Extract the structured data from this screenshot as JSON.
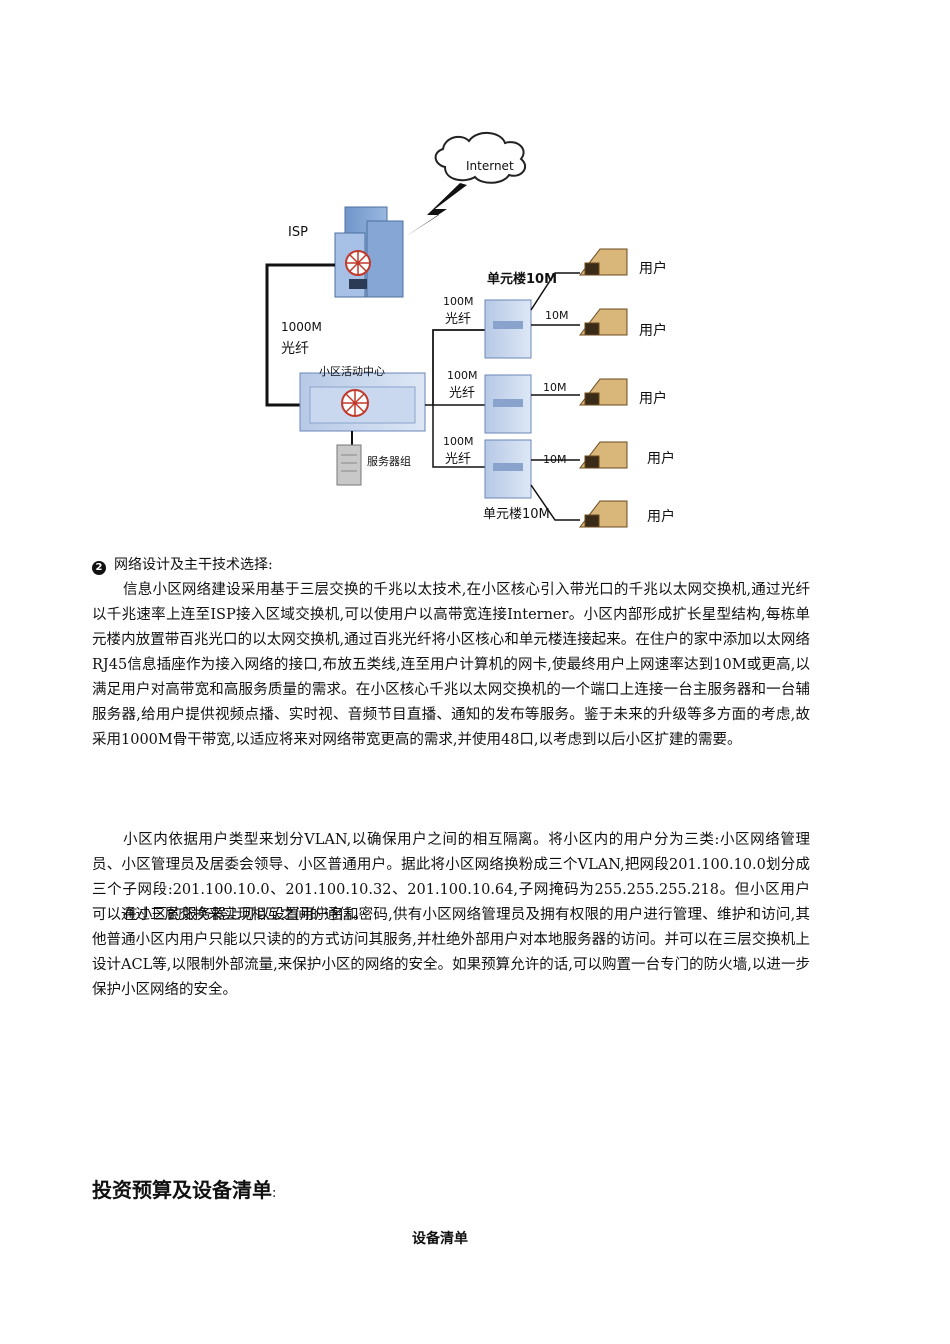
{
  "diagram": {
    "internet": "Internet",
    "isp": "ISP",
    "backbone_speed": "1000M",
    "backbone_medium": "光纤",
    "community_center": "小区活动中心",
    "server_group": "服务器组",
    "branch_speed": "100M",
    "branch_medium": "光纤",
    "building_top": "单元楼10M",
    "building_bottom": "单元楼10M",
    "user_link": "10M",
    "user": "用户"
  },
  "section": {
    "bullet": "2",
    "heading": "网络设计及主干技术选择:"
  },
  "paragraphs": [
    "信息小区网络建设采用基于三层交换的千兆以太技术,在小区核心引入带光口的千兆以太网交换机,通过光纤以千兆速率上连至ISP接入区域交换机,可以使用户以高带宽连接Interner。小区内部形成扩长星型结构,每栋单元楼内放置带百兆光口的以太网交换机,通过百兆光纤将小区核心和单元楼连接起来。在住户的家中添加以太网络RJ45信息插座作为接入网络的接口,布放五类线,连至用户计算机的网卡,使最终用户上网速率达到10M或更高,以满足用户对高带宽和高服务质量的需求。在小区核心千兆以太网交换机的一个端口上连接一台主服务器和一台辅服务器,给用户提供视频点播、实时视、音频节目直播、通知的发布等服务。鉴于未来的升级等多方面的考虑,故采用1000M骨干带宽,以适应将来对网络带宽更高的需求,并使用48口,以考虑到以后小区扩建的需要。",
    "小区内依据用户类型来划分VLAN,以确保用户之间的相互隔离。将小区内的用户分为三类:小区网络管理员、小区管理员及居委会领导、小区普通用户。据此将小区网络换粉成三个VLAN,把网段201.100.10.0划分成三个子网段:201.100.10.0、201.100.10.32、201.100.10.64,子网掩码为255.255.255.218。但小区用户可以通过三层交换来实现相互之间的通信。",
    "在小区的服务器上可以设置用户名和密码,供有小区网络管理员及拥有权限的用户进行管理、维护和访问,其他普通小区内用户只能以只读的的方式访问其服务,并杜绝外部用户对本地服务器的访问。并可以在三层交换机上设计ACL等,以限制外部流量,来保护小区的网络的安全。如果预算允许的话,可以购置一台专门的防火墙,以进一步保护小区网络的安全。"
  ],
  "budget": {
    "heading": "投资预算及设备清单",
    "colon": ":",
    "table_caption": "设备清单"
  }
}
